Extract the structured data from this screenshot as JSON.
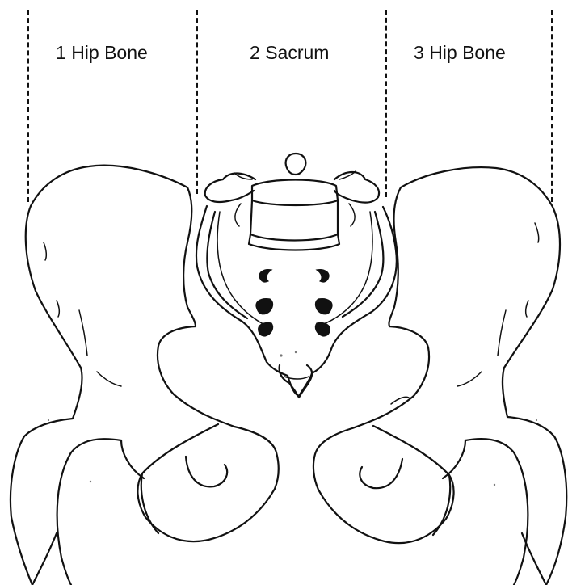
{
  "labels": [
    {
      "number": "1",
      "name": "Hip Bone"
    },
    {
      "number": "2",
      "name": "Sacrum"
    },
    {
      "number": "3",
      "name": "Hip Bone"
    }
  ],
  "colors": {
    "line": "#111111",
    "background": "#ffffff"
  }
}
